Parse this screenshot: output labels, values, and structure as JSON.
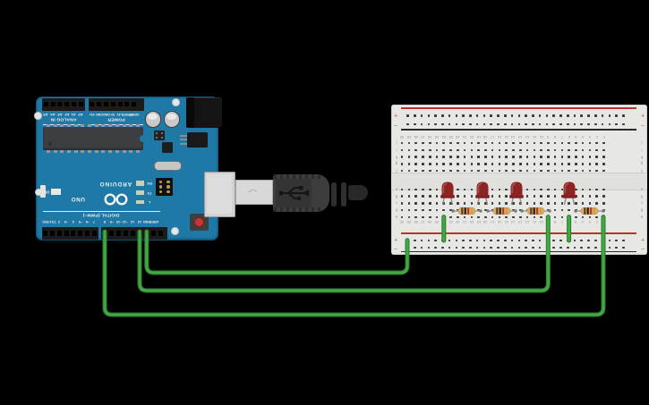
{
  "canvas": {
    "background": "#000000"
  },
  "arduino": {
    "board_color": "#1f79a6",
    "logo_brand": "ARDUINO",
    "logo_model": "UNO",
    "label_analog": "ANALOG IN",
    "label_power": "POWER",
    "label_digital": "DIGITAL (PWM~)",
    "label_on": "ON",
    "status_led_labels": [
      "RX",
      "TX",
      "L"
    ],
    "analog_pin_labels": [
      "A5",
      "A4",
      "A3",
      "A2",
      "A1",
      "A0"
    ],
    "power_pin_labels": [
      "Vin",
      "GND",
      "GND",
      "5V",
      "3.3V",
      "RESET",
      "IOREF"
    ],
    "digital_low_pin_labels": [
      "RX0",
      "TX1",
      "2",
      "~3",
      "4",
      "~5",
      "~6",
      "7"
    ],
    "digital_high_pin_labels": [
      "8",
      "~9",
      "~10",
      "~11",
      "12",
      "13",
      "GND",
      "AREF"
    ]
  },
  "breadboard": {
    "column_numbers": [
      "30",
      "29",
      "28",
      "27",
      "26",
      "25",
      "24",
      "23",
      "22",
      "21",
      "20",
      "19",
      "18",
      "17",
      "16",
      "15",
      "14",
      "13",
      "12",
      "11",
      "10",
      "9",
      "8",
      "7",
      "6",
      "5",
      "4",
      "3",
      "2",
      "1"
    ],
    "row_letters_top_block": [
      "j",
      "i",
      "h",
      "g",
      "f"
    ],
    "row_letters_bottom_block": [
      "e",
      "d",
      "c",
      "b",
      "a"
    ],
    "rail_plus": "+",
    "rail_minus": "−",
    "board_color": "#e7e7e4",
    "rail_red": "#b8342c",
    "rail_black": "#2a2a2a"
  },
  "components": {
    "led_color": "#8d2424",
    "led_flange_color": "#791d1d",
    "resistor_body_color": "#d9ad6c",
    "resistor_band_colors": [
      "#5f4022",
      "#1e1e1e",
      "#c43425",
      "#c9a136"
    ],
    "wire_color": "#43a843",
    "wire_outline_color": "#2e7d32"
  }
}
